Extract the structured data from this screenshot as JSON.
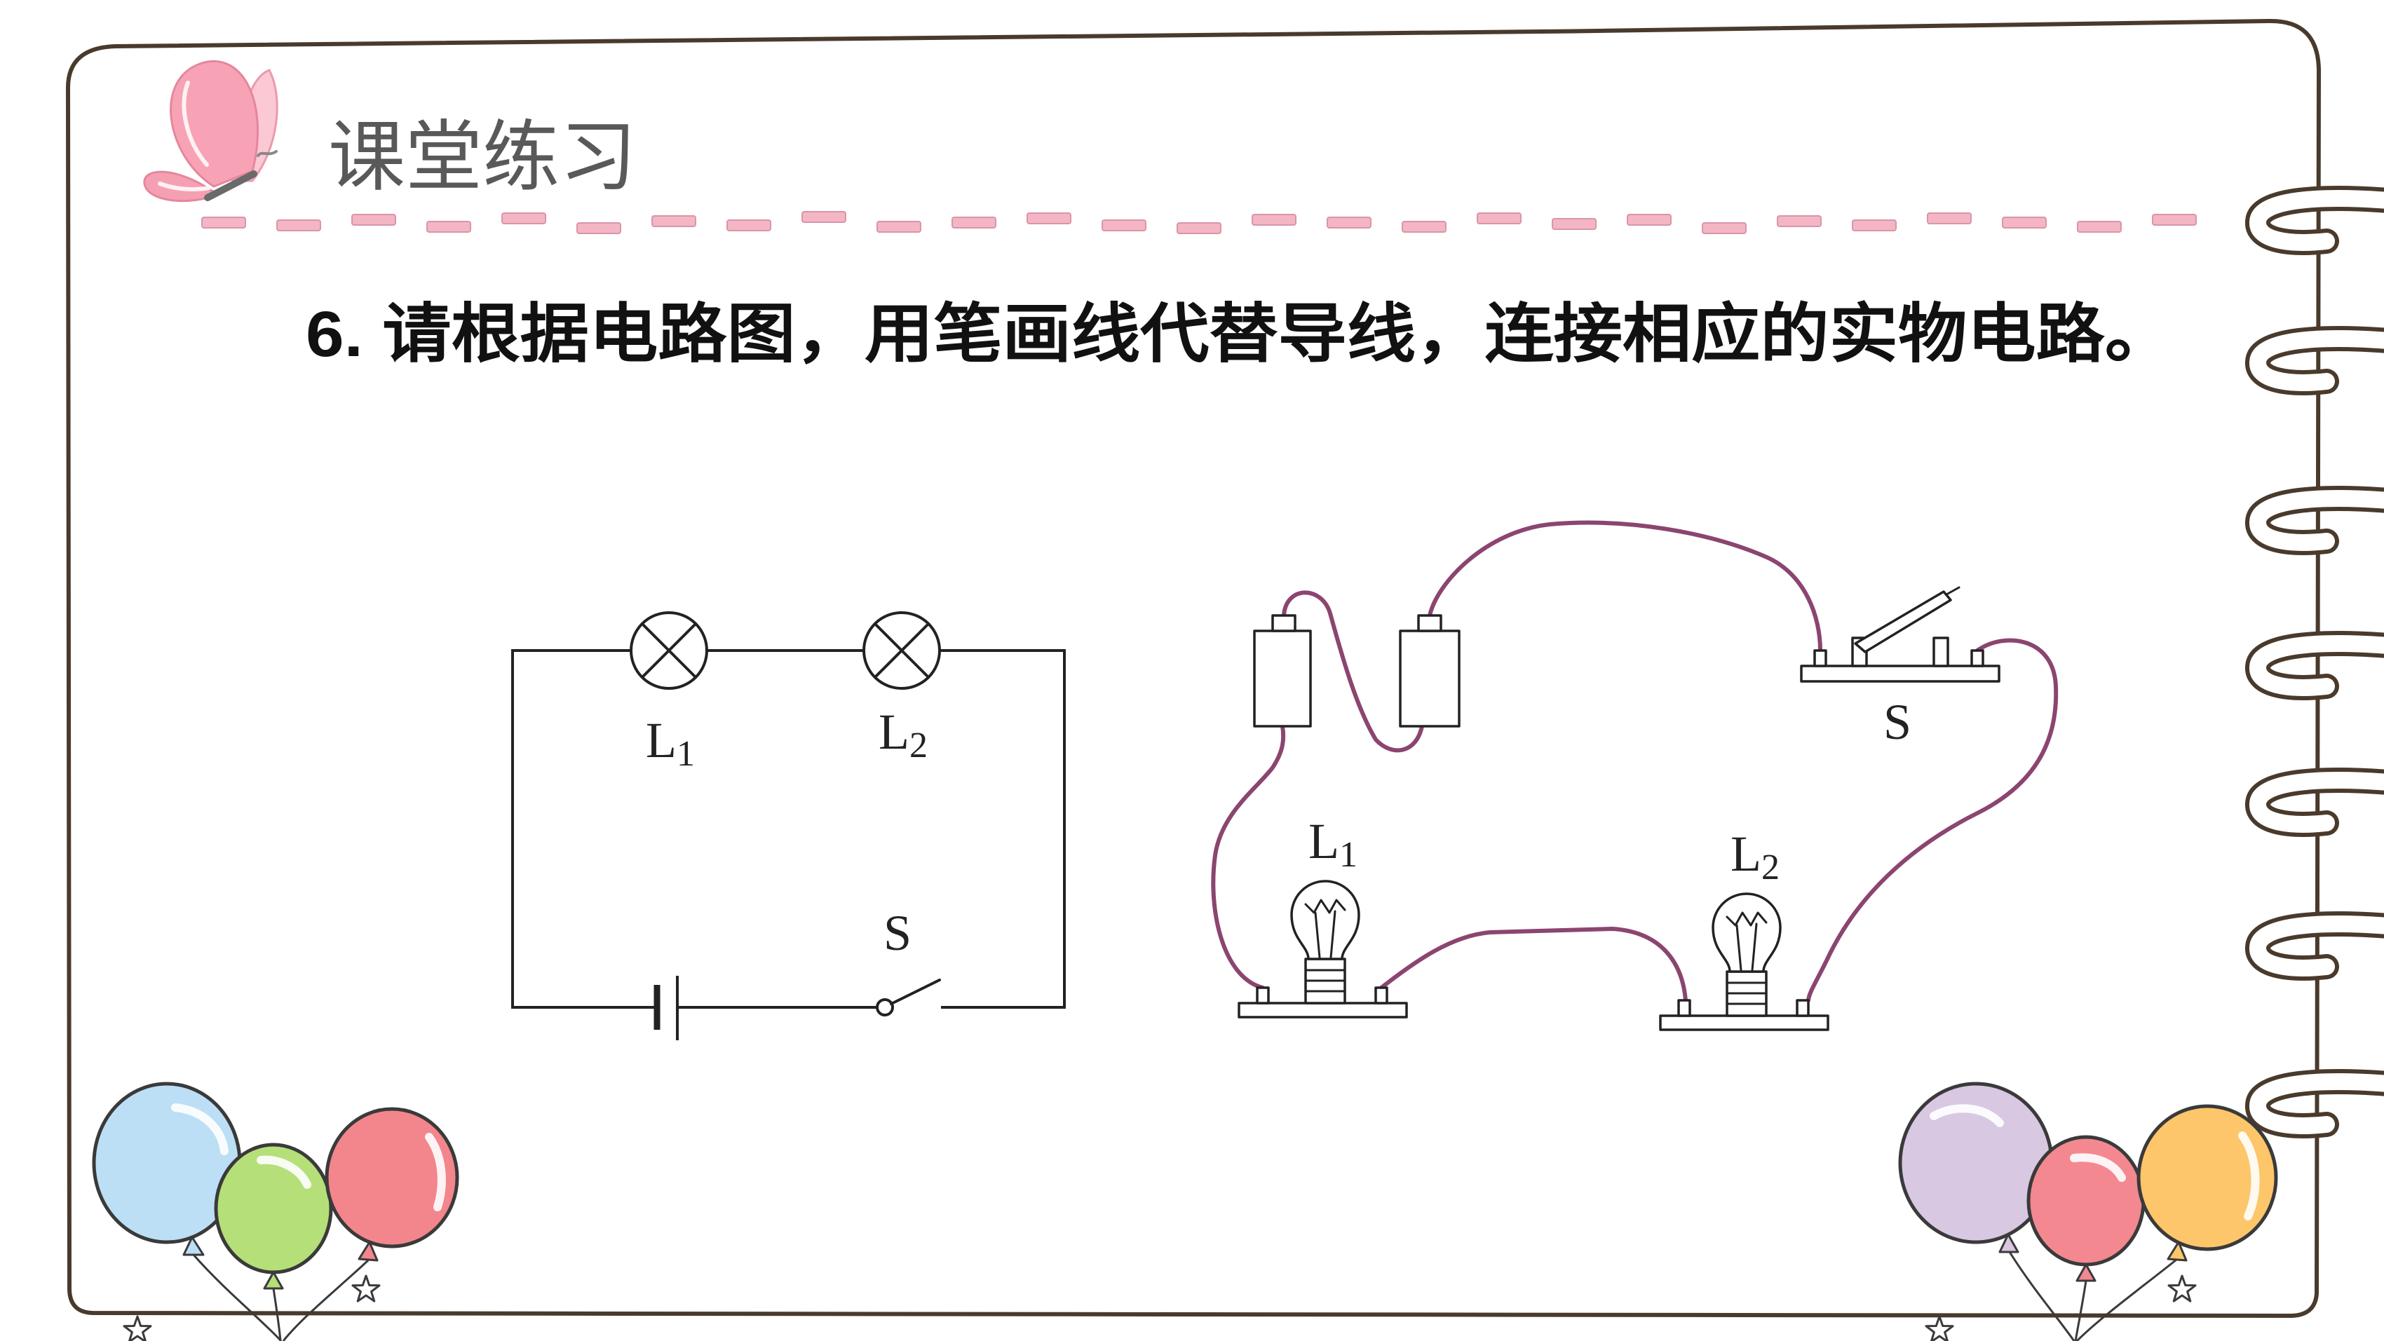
{
  "slide": {
    "title": "课堂练习",
    "question": "6. 请根据电路图，用笔画线代替导线，连接相应的实物电路。"
  },
  "schematic": {
    "lamp1": {
      "symbol": "L",
      "index": "1"
    },
    "lamp2": {
      "symbol": "L",
      "index": "2"
    },
    "switch": "S"
  },
  "physical": {
    "lamp1": {
      "symbol": "L",
      "index": "1"
    },
    "lamp2": {
      "symbol": "L",
      "index": "2"
    },
    "switch": "S"
  },
  "colors": {
    "frame": "#4a3a2c",
    "title": "#595959",
    "question": "#111111",
    "dash": "#f4b6c4",
    "wire": "#8b4570",
    "drawing": "#222222"
  },
  "icons": {
    "corner": "butterfly-icon",
    "decorations": [
      "balloons-icon",
      "star-icon",
      "binder-ring-icon"
    ]
  }
}
